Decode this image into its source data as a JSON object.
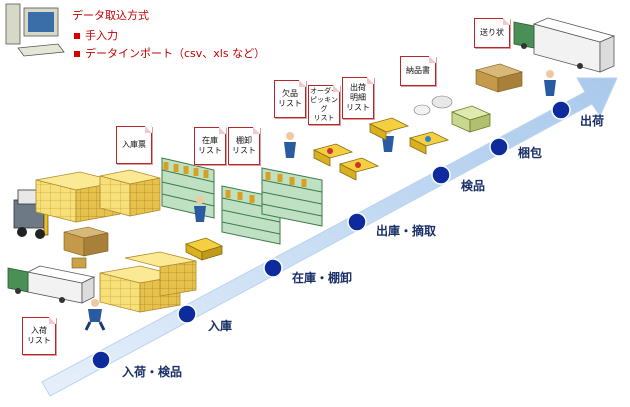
{
  "colors": {
    "arrow": "#b9d3ef",
    "node": "#0d2b9c",
    "step_text": "#1a2f6a",
    "legend_text": "#c40000",
    "doc_border": "#b8262a"
  },
  "legend": {
    "title": "データ取込方式",
    "items": [
      "手入力",
      "データインポート（csv、xls など）"
    ]
  },
  "steps": [
    {
      "label": "入荷・検品"
    },
    {
      "label": "入庫"
    },
    {
      "label": "在庫・棚卸"
    },
    {
      "label": "出庫・摘取"
    },
    {
      "label": "検品"
    },
    {
      "label": "梱包"
    },
    {
      "label": "出荷"
    }
  ],
  "documents": [
    {
      "text": "入荷\nリスト"
    },
    {
      "text": "入庫票"
    },
    {
      "text": "在庫\nリスト"
    },
    {
      "text": "棚卸\nリスト"
    },
    {
      "text": "欠品\nリスト"
    },
    {
      "text": "オーダー\nピッキング\nリスト"
    },
    {
      "text": "出荷\n明細\nリスト"
    },
    {
      "text": "納品書"
    },
    {
      "text": "送り状"
    }
  ]
}
